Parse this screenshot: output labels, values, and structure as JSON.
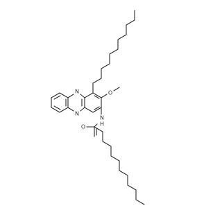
{
  "diagram": {
    "type": "chemical-structure",
    "atom_labels": {
      "n_top": "N",
      "n_bottom": "N",
      "o_methoxy": "O",
      "n_amide": "N",
      "h_amide": "H",
      "o_carbonyl": "O"
    },
    "colors": {
      "bond": "#2b2b2b",
      "background": "#ffffff"
    }
  }
}
